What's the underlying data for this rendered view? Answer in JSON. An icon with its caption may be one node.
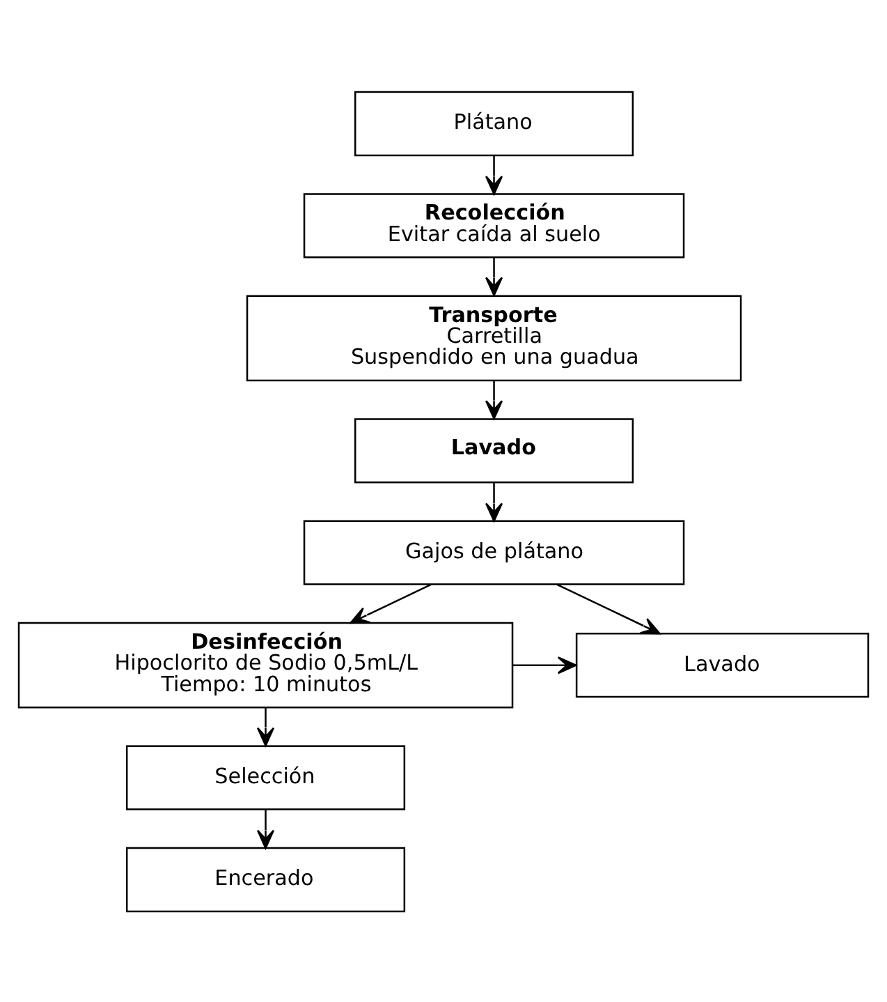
{
  "diagram": {
    "nodes": [
      {
        "text": [
          "Plátano"
        ]
      },
      {
        "text": [
          "Recolección",
          "Evitar caída al suelo"
        ]
      },
      {
        "text": [
          "Transporte",
          "Carretilla",
          "Suspendido en una guadua"
        ]
      },
      {
        "text": [
          "Lavado"
        ]
      },
      {
        "text": [
          "Gajos de plátano"
        ]
      },
      {
        "text": [
          "Desinfección",
          "Hipoclorito de Sodio 0,5mL/L",
          "Tiempo: 10 minutos"
        ]
      },
      {
        "text": [
          "Lavado"
        ]
      },
      {
        "text": [
          "Selección"
        ]
      },
      {
        "text": [
          "Encerado"
        ]
      }
    ],
    "edges": [
      {
        "from": 0,
        "to": 1,
        "arrow": "to"
      },
      {
        "from": 1,
        "to": 2,
        "arrow": "to"
      },
      {
        "from": 2,
        "to": 3,
        "arrow": "to"
      },
      {
        "from": 3,
        "to": 4,
        "arrow": "to"
      },
      {
        "from": 4,
        "to": 5,
        "arrow": "to"
      },
      {
        "from": 4,
        "to": 6,
        "arrow": "to"
      },
      {
        "from": 5,
        "to": 7,
        "arrow": "to"
      },
      {
        "from": 5,
        "to": 6,
        "arrow": "to"
      },
      {
        "from": 7,
        "to": 8,
        "arrow": "to"
      }
    ]
  }
}
